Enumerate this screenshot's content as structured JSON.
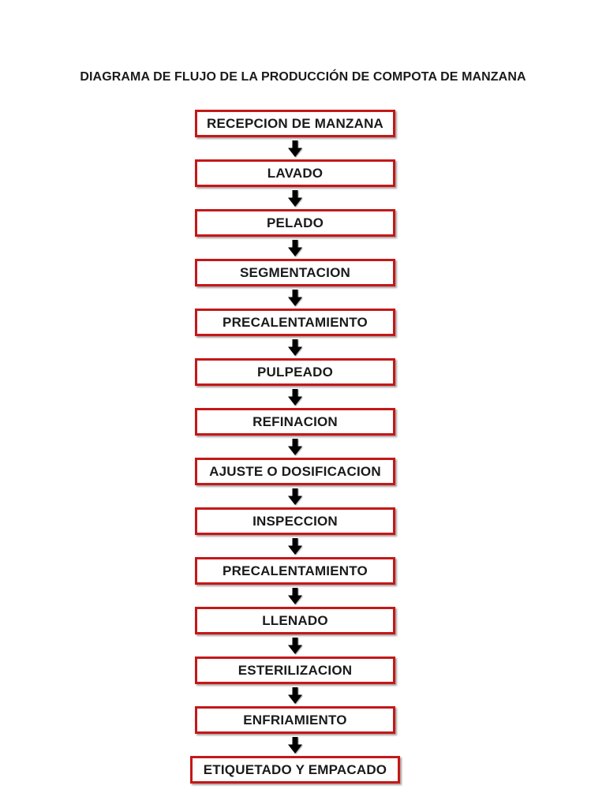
{
  "page": {
    "title": "DIAGRAMA DE FLUJO DE LA PRODUCCIÓN DE COMPOTA DE MANZANA",
    "background_color": "#FFFFFF"
  },
  "flowchart": {
    "type": "flow",
    "direction": "top-down",
    "box_border_color": "#C41818",
    "arrow_color": "#000000",
    "text_color": "#1A1A1A",
    "steps": [
      {
        "label": "RECEPCION DE MANZANA"
      },
      {
        "label": "LAVADO"
      },
      {
        "label": "PELADO"
      },
      {
        "label": "SEGMENTACION"
      },
      {
        "label": "PRECALENTAMIENTO"
      },
      {
        "label": "PULPEADO"
      },
      {
        "label": "REFINACION"
      },
      {
        "label": "AJUSTE O DOSIFICACION"
      },
      {
        "label": "INSPECCION"
      },
      {
        "label": "PRECALENTAMIENTO"
      },
      {
        "label": "LLENADO"
      },
      {
        "label": "ESTERILIZACION"
      },
      {
        "label": "ENFRIAMIENTO"
      },
      {
        "label": "ETIQUETADO Y EMPACADO"
      }
    ]
  }
}
